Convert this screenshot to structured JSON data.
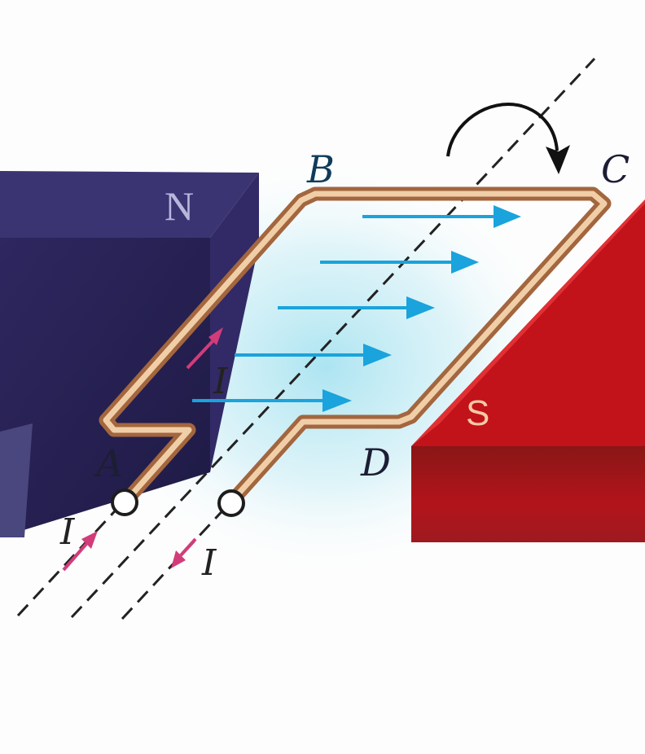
{
  "labels": {
    "corner_a": "A",
    "corner_b": "B",
    "corner_c": "C",
    "corner_d": "D",
    "pole_north": "N",
    "pole_south": "S",
    "current_on_loop": "I",
    "current_lead_left": "I",
    "current_lead_right": "I"
  },
  "colors": {
    "north_magnet": "#2a2456",
    "south_magnet": "#c2121a",
    "coil_wire": "#d49a6a",
    "field_arrows": "#1aa3dc",
    "field_glow": "#9ee0ef",
    "current_arrows": "#d23c7a",
    "axis_line": "#222222",
    "rotation_arrow": "#111111"
  },
  "elements": {
    "field_arrow_count": 5,
    "current_arrow_count": 3,
    "lead_terminal_count": 2,
    "rotation_direction": "clockwise"
  }
}
